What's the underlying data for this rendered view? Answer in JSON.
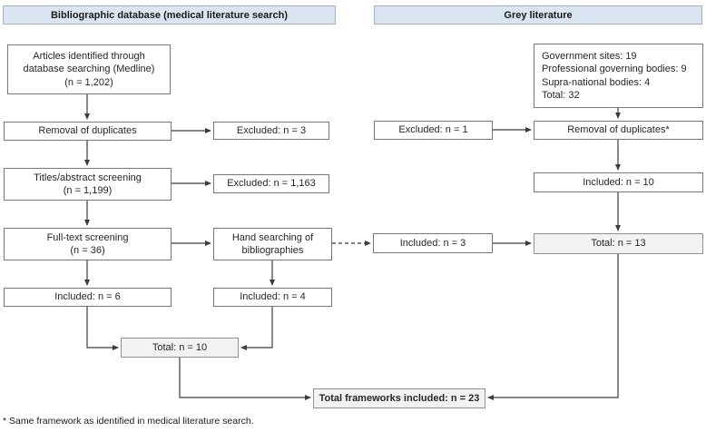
{
  "colors": {
    "header_fill": "#dbe5f1",
    "header_border": "#a3b1c6",
    "box_border": "#777777",
    "total_box_fill": "#f2f2f2",
    "arrow": "#3c3c3c",
    "text": "#262626"
  },
  "headers": {
    "bibliographic": "Bibliographic database (medical literature search)",
    "grey": "Grey literature"
  },
  "bibliographic": {
    "identified": "Articles identified through\ndatabase searching (Medline)\n(n = 1,202)",
    "removal_duplicates": "Removal of duplicates",
    "excluded_duplicates": "Excluded: n = 3",
    "titles_abstract": "Titles/abstract screening\n(n = 1,199)",
    "excluded_titles": "Excluded: n = 1,163",
    "full_text": "Full-text screening\n(n = 36)",
    "hand_searching": "Hand searching of\nbibliographies",
    "included_full_text": "Included: n = 6",
    "included_hand": "Included: n = 4",
    "total": "Total: n = 10"
  },
  "grey": {
    "sources": "Government sites: 19\nProfessional governing bodies: 9\nSupra-national bodies: 4\nTotal: 32",
    "excluded": "Excluded: n = 1",
    "removal_duplicates": "Removal of duplicates*",
    "included": "Included: n = 10",
    "included_from_hand": "Included: n = 3",
    "total": "Total: n = 13"
  },
  "combined": {
    "total_frameworks": "Total frameworks included: n = 23"
  },
  "footnote": "* Same framework as identified in medical literature search."
}
